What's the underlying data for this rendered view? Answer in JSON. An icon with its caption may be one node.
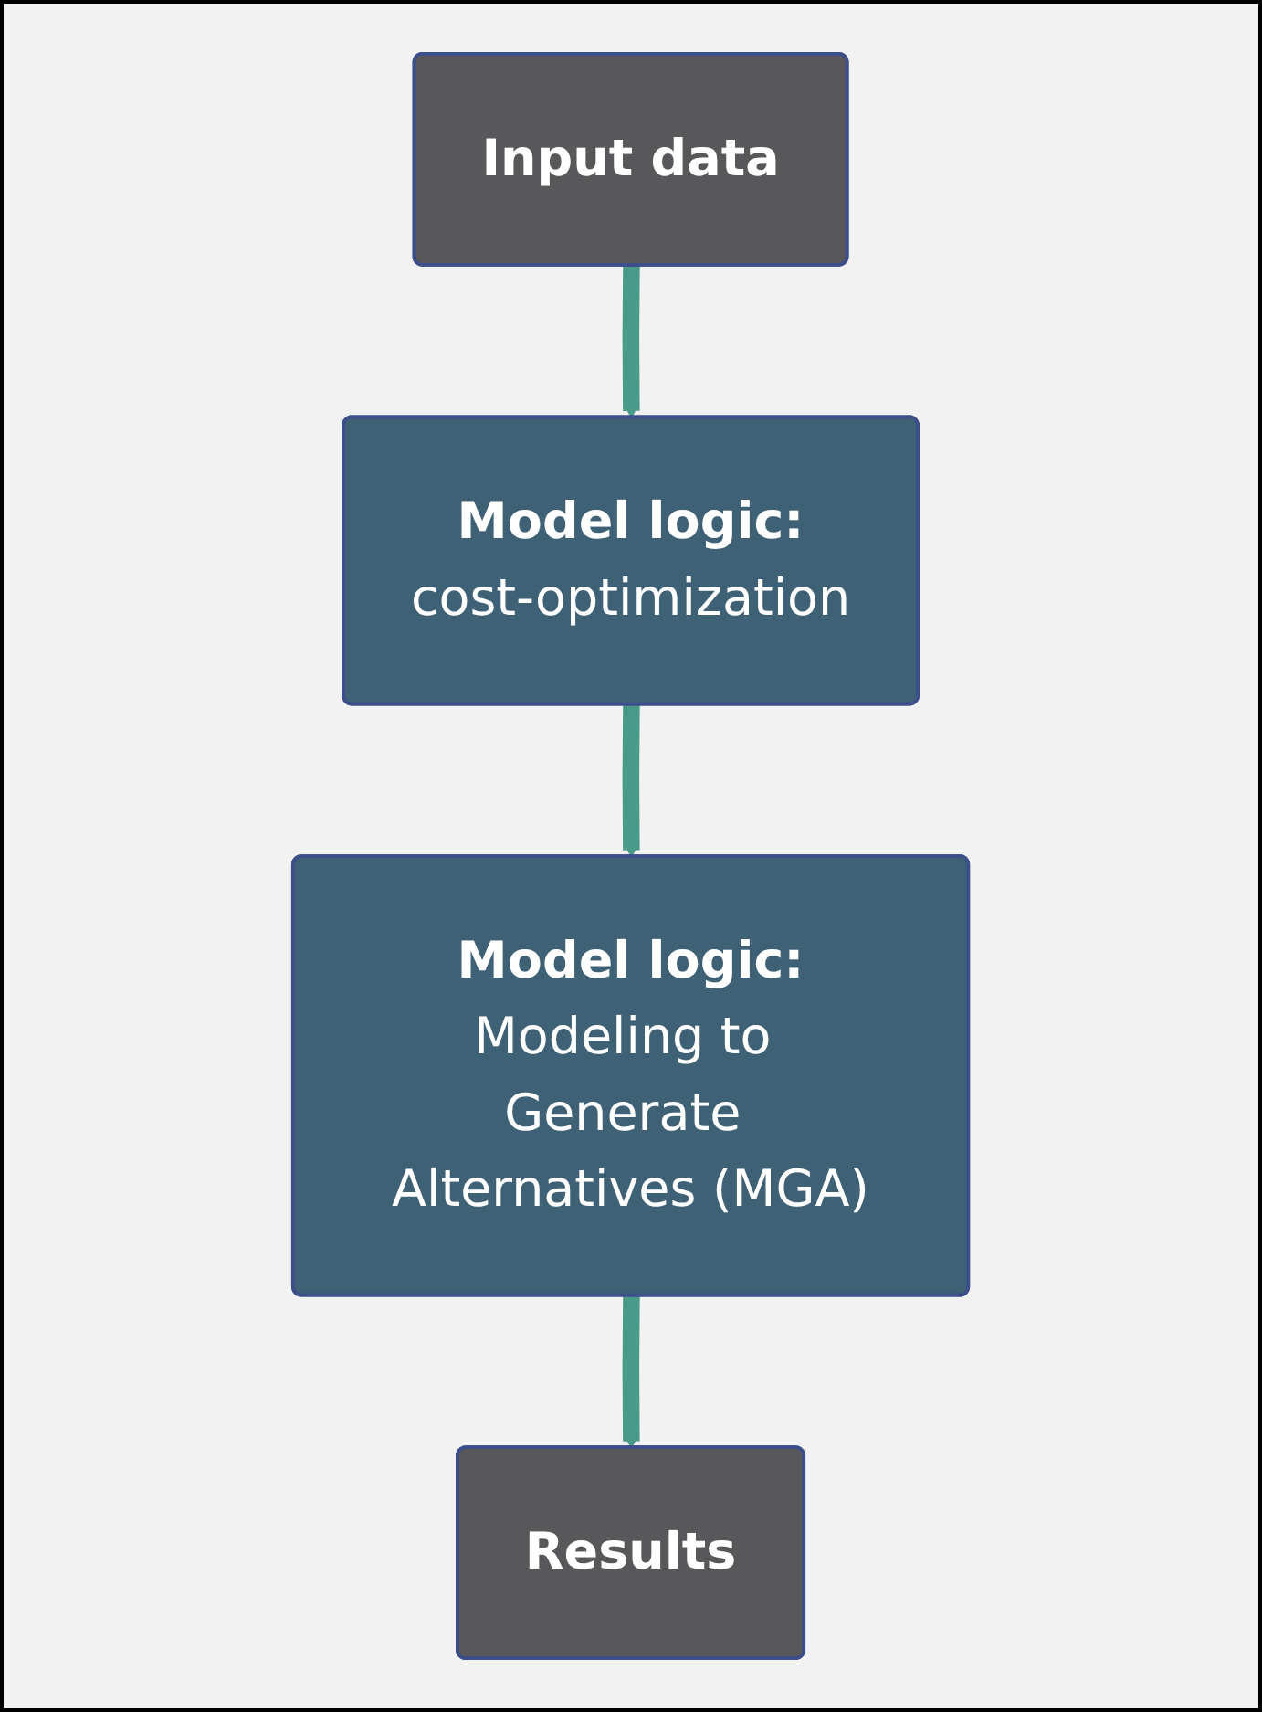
{
  "diagram": {
    "nodes": [
      {
        "text": [
          "Input data"
        ]
      },
      {
        "text": [
          "Model logic:",
          "cost-optimization"
        ]
      },
      {
        "text": [
          "Model logic:",
          "Modeling to Generate Alternatives (MGA)"
        ]
      },
      {
        "text": [
          "Results"
        ]
      }
    ],
    "edges": [
      {
        "from": 0,
        "to": 1,
        "arrow": "to"
      },
      {
        "from": 1,
        "to": 2,
        "arrow": "to"
      },
      {
        "from": 2,
        "to": 3,
        "arrow": "to"
      }
    ]
  }
}
